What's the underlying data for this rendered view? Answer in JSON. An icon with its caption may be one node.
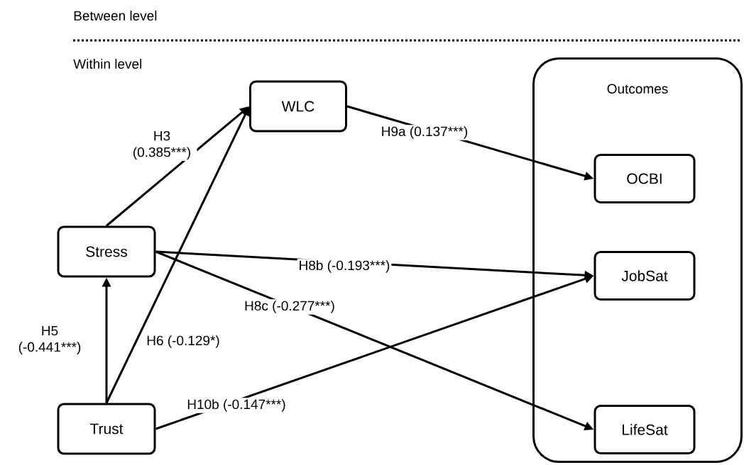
{
  "diagram": {
    "nodes": [
      {
        "text": [
          "WLC"
        ]
      },
      {
        "text": [
          "Outcomes"
        ]
      },
      {
        "text": [
          "OCBI"
        ],
        "in": 1
      },
      {
        "text": [
          "JobSat"
        ],
        "in": 1
      },
      {
        "text": [
          "LifeSat"
        ],
        "in": 1
      },
      {
        "text": [
          "Stress"
        ]
      },
      {
        "text": [
          "Trust"
        ]
      }
    ],
    "edges": [
      {
        "from": 5,
        "to": 0,
        "arrow": "to",
        "label": "H3 (0.385***)"
      },
      {
        "from": 0,
        "to": 2,
        "arrow": "to",
        "label": "H9a (0.137***)"
      },
      {
        "from": 5,
        "to": 3,
        "arrow": "to",
        "label": "H8b (-0.193***)"
      },
      {
        "from": 5,
        "to": 4,
        "arrow": "to",
        "label": "H8c (-0.277***)"
      },
      {
        "from": 6,
        "to": 5,
        "arrow": "to",
        "label": "H5 (-0.441***)"
      },
      {
        "from": 6,
        "to": 0,
        "arrow": "to",
        "label": "H6 (-0.129*)"
      },
      {
        "from": 6,
        "to": 3,
        "arrow": "to",
        "label": "H10b (-0.147***)"
      }
    ],
    "labels": [
      "Between level",
      "Within level"
    ]
  }
}
